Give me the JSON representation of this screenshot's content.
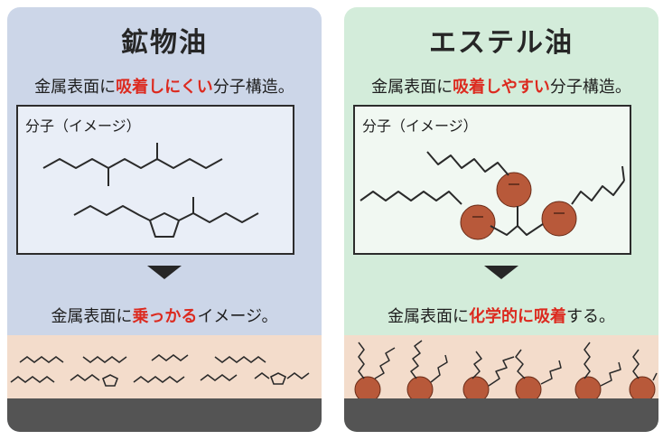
{
  "mineral": {
    "title": "鉱物油",
    "subtitle_pre": "金属表面に",
    "subtitle_accent": "吸着しにくい",
    "subtitle_post": "分子構造。",
    "box_label": "分子（イメージ）",
    "caption_pre": "金属表面に",
    "caption_accent": "乗っかる",
    "caption_post": "イメージ。"
  },
  "ester": {
    "title": "エステル油",
    "subtitle_pre": "金属表面に",
    "subtitle_accent": "吸着しやすい",
    "subtitle_post": "分子構造。",
    "box_label": "分子（イメージ）",
    "caption_pre": "金属表面に",
    "caption_accent": "化学的に吸着",
    "caption_post": "する。"
  },
  "colors": {
    "mineral_bg": "#ccd6e8",
    "ester_bg": "#d3ecda",
    "accent_text": "#dc2a1f",
    "ester_group": "#b8593a",
    "surface": "#f3dccb",
    "metal": "#545454"
  }
}
